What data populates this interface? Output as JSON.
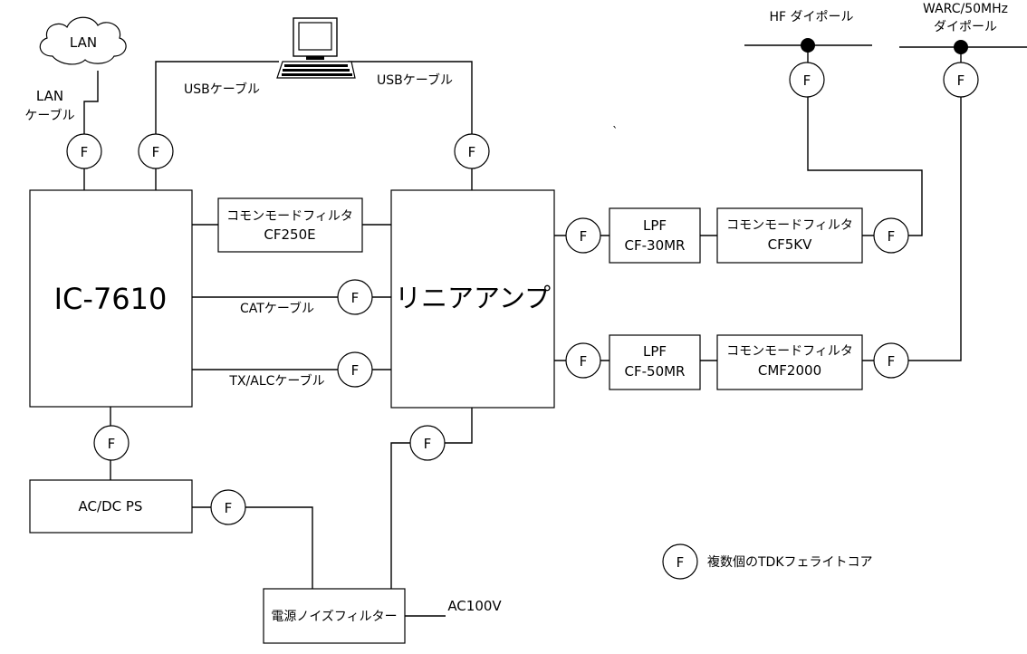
{
  "blocks": {
    "ic7610": "IC-7610",
    "linear_amp": "リニアアンプ",
    "cmf_cf250e_line1": "コモンモードフィルタ",
    "cmf_cf250e_line2": "CF250E",
    "lpf_30_line1": "LPF",
    "lpf_30_line2": "CF-30MR",
    "cmf_cf5kv_line1": "コモンモードフィルタ",
    "cmf_cf5kv_line2": "CF5KV",
    "lpf_50_line1": "LPF",
    "lpf_50_line2": "CF-50MR",
    "cmf_cmf2000_line1": "コモンモードフィルタ",
    "cmf_cmf2000_line2": "CMF2000",
    "acdc_ps": "AC/DC PS",
    "noise_filter": "電源ノイズフィルター",
    "lan_cloud": "LAN"
  },
  "labels": {
    "lan_cable_line1": "LAN",
    "lan_cable_line2": "ケーブル",
    "usb_cable_left": "USBケーブル",
    "usb_cable_right": "USBケーブル",
    "cat_cable": "CATケーブル",
    "tx_alc_cable": "TX/ALCケーブル",
    "hf_dipole": "HF ダイポール",
    "warc_line1": "WARC/50MHz",
    "warc_line2": "ダイポール",
    "ac100v": "AC100V",
    "legend_text": "複数個のTDKフェライトコア"
  },
  "ferrite_core_symbol": "F",
  "icons": [
    "computer-icon",
    "lan-cloud-icon",
    "antenna-feed-icon"
  ]
}
